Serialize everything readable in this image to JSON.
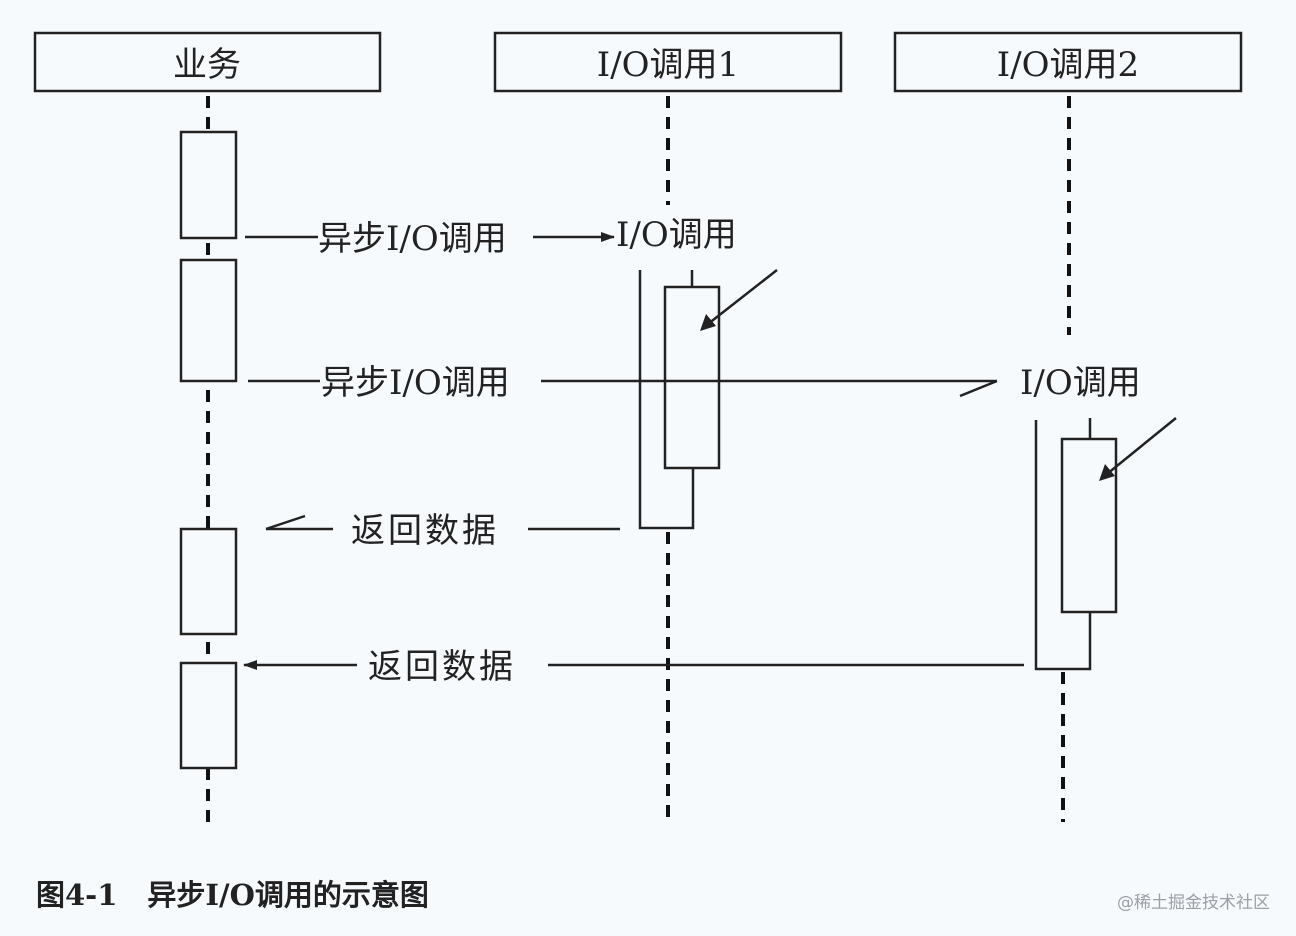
{
  "participants": [
    {
      "id": "business",
      "label": "业务"
    },
    {
      "id": "io1",
      "label": "I/O调用1"
    },
    {
      "id": "io2",
      "label": "I/O调用2"
    }
  ],
  "messages": [
    {
      "id": "async-call-1",
      "label": "异步I/O调用",
      "from": "business",
      "to": "io1",
      "arrow": "filled"
    },
    {
      "id": "async-call-2",
      "label": "异步I/O调用",
      "from": "business",
      "to": "io2",
      "arrow": "half-open"
    },
    {
      "id": "return-data-1",
      "label": "返回数据",
      "from": "io1",
      "to": "business",
      "arrow": "half-open"
    },
    {
      "id": "return-data-2",
      "label": "返回数据",
      "from": "io2",
      "to": "business",
      "arrow": "filled"
    }
  ],
  "notes": [
    {
      "id": "io1-call-label",
      "label": "I/O调用",
      "participant": "io1"
    },
    {
      "id": "io2-call-label",
      "label": "I/O调用",
      "participant": "io2"
    }
  ],
  "caption": {
    "number": "图4-1",
    "title": "异步I/O调用的示意图"
  },
  "watermark": "@稀土掘金技术社区",
  "colors": {
    "background": "#f7fafc",
    "stroke": "#222222",
    "watermark": "#9aa0a6"
  }
}
